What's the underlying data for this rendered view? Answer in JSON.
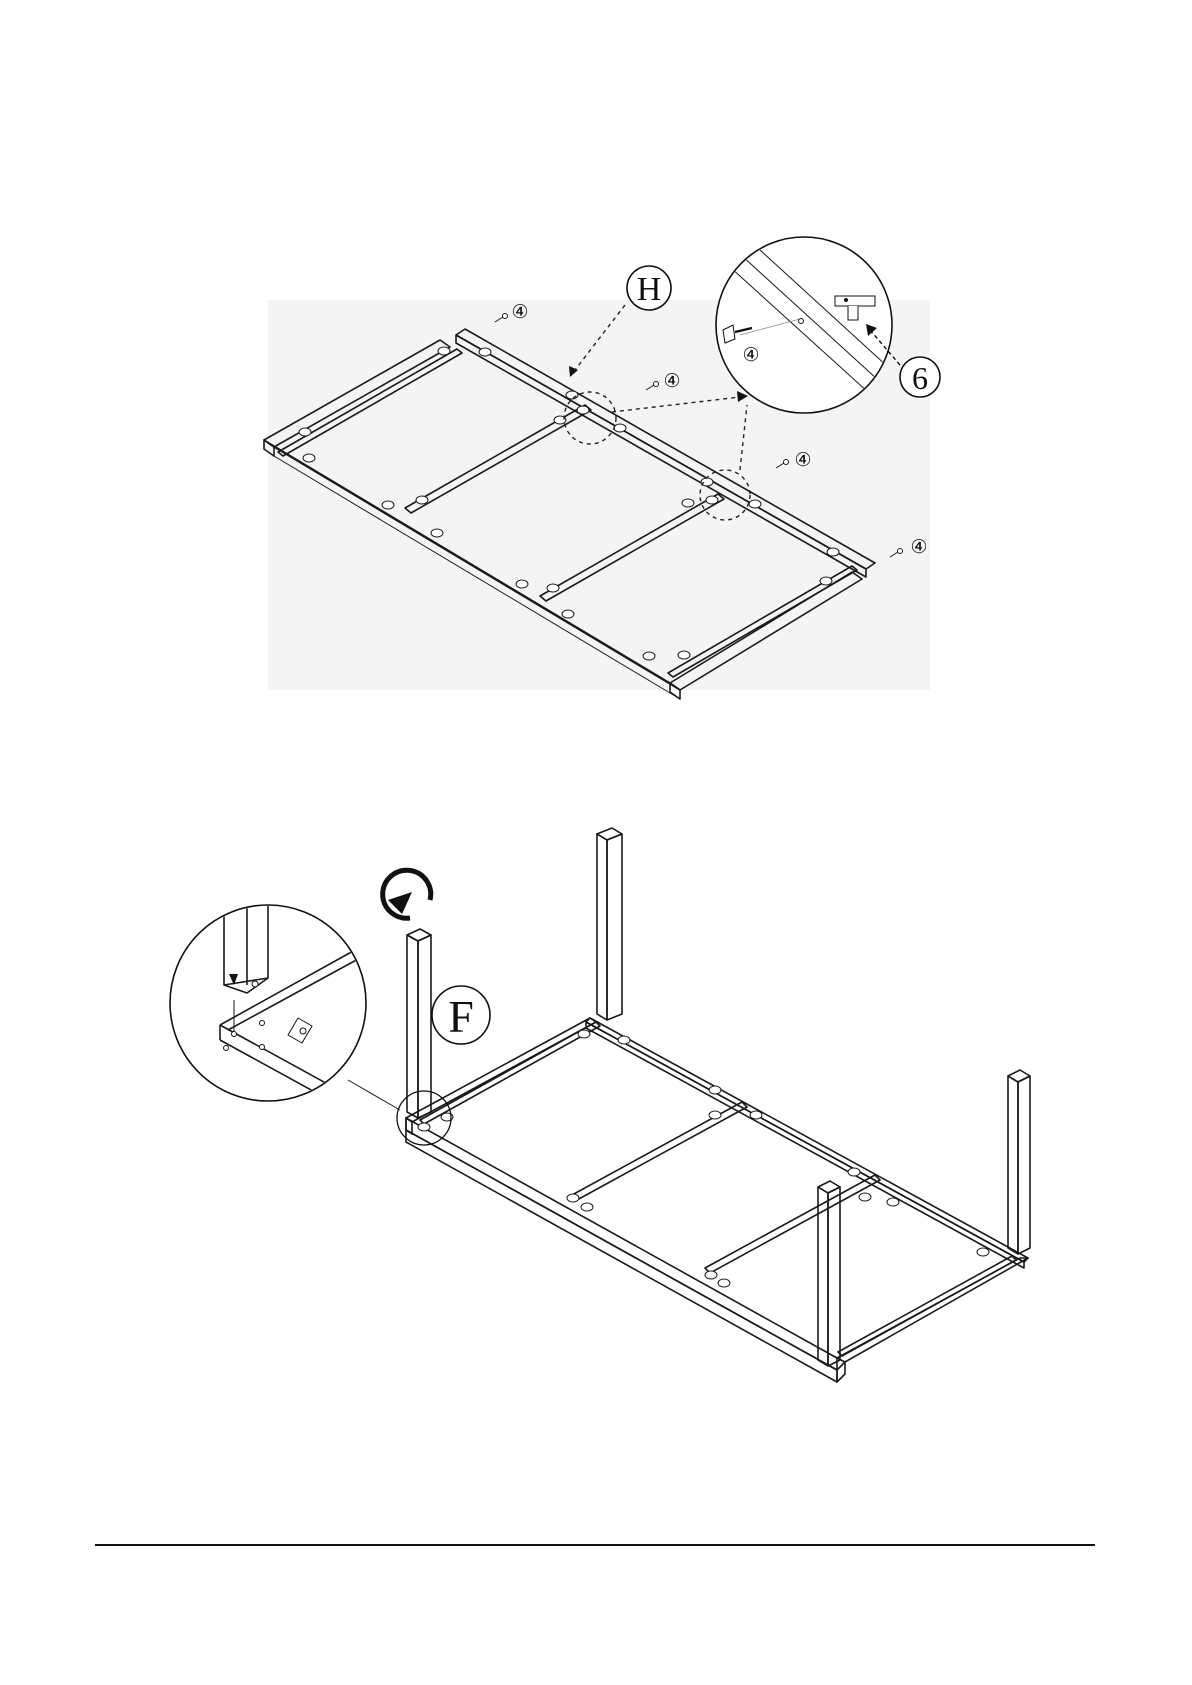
{
  "step_top": {
    "part_label": "H",
    "hardware_label": "④",
    "detail_hardware_label": "④",
    "detail_part_label": "6"
  },
  "step_bottom": {
    "part_label": "F"
  },
  "colors": {
    "line": "#1a1a1a",
    "background": "#ffffff"
  },
  "icons": [
    "rotate-clockwise-icon",
    "screw-icon",
    "magnifier-callout-icon"
  ]
}
